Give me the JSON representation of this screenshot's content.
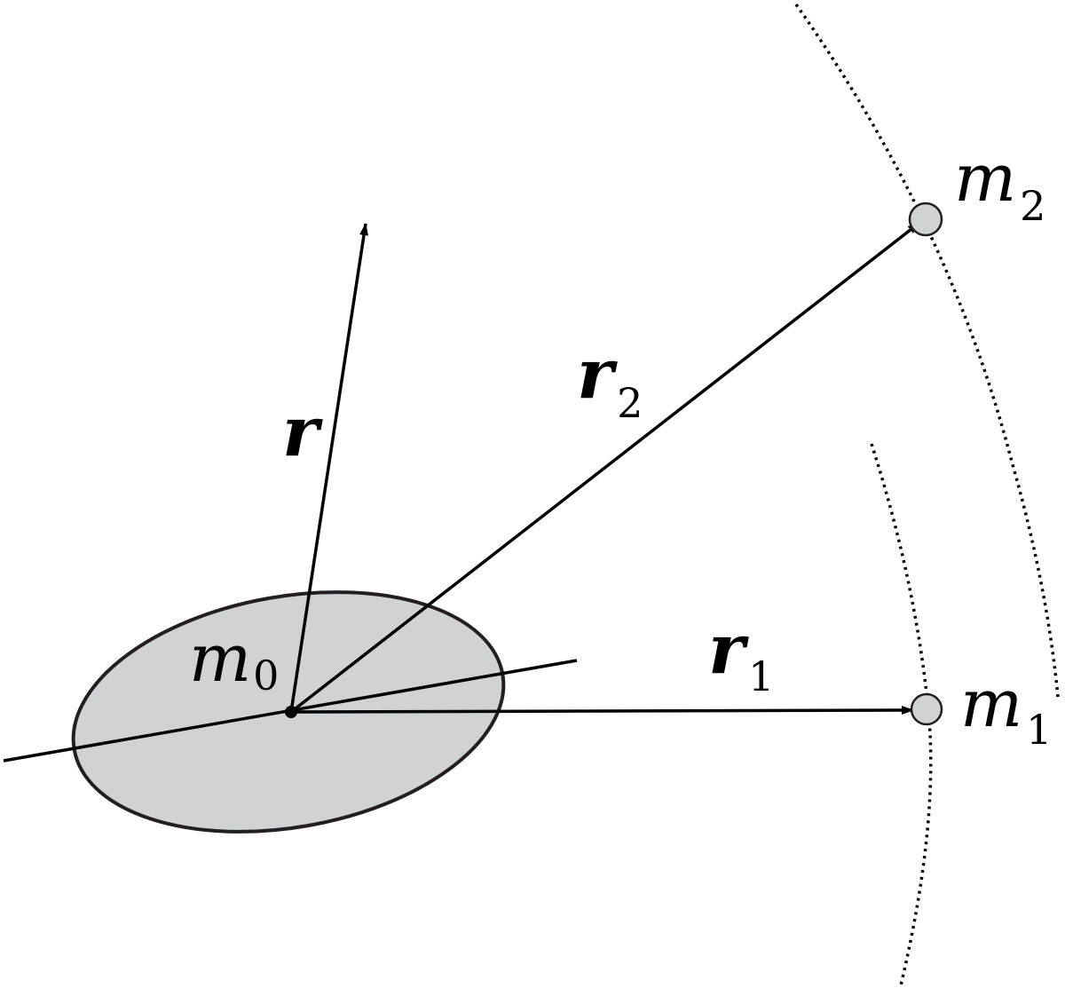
{
  "diagram": {
    "labels": {
      "m0": {
        "base": "m",
        "sub": "0"
      },
      "m1": {
        "base": "m",
        "sub": "1"
      },
      "m2": {
        "base": "m",
        "sub": "2"
      },
      "r": {
        "base": "r",
        "sub": ""
      },
      "r1": {
        "base": "r",
        "sub": "1"
      },
      "r2": {
        "base": "r",
        "sub": "2"
      }
    },
    "colors": {
      "body_fill": "#d1d2d4",
      "stroke": "#000000",
      "mass_fill": "#d1d2d4"
    }
  }
}
